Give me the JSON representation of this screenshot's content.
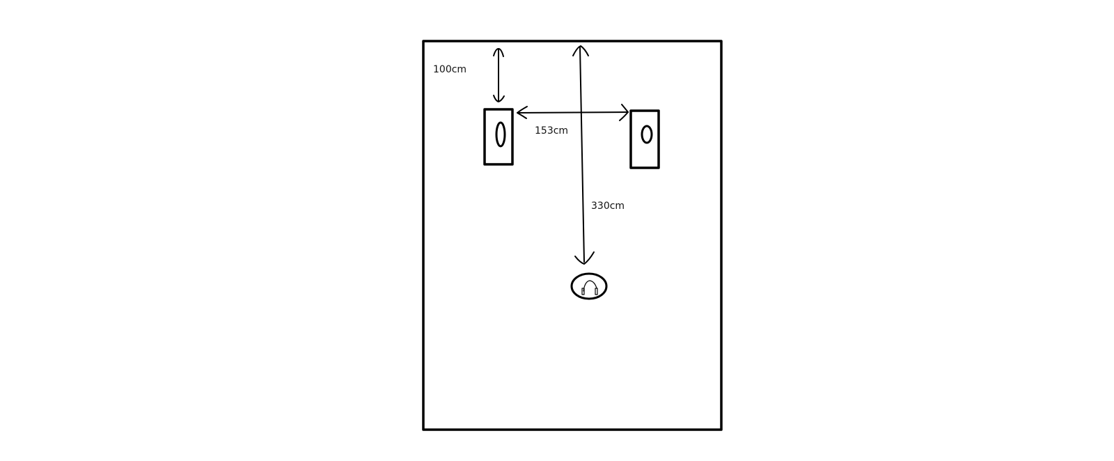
{
  "labels": {
    "wall_distance": "100cm",
    "speaker_spacing": "153cm",
    "listening_distance": "330cm"
  },
  "colors": {
    "ink": "#000000",
    "background": "#ffffff"
  },
  "icons": {
    "left_speaker": "speaker-icon",
    "right_speaker": "speaker-icon",
    "listener": "listener-head-icon"
  }
}
